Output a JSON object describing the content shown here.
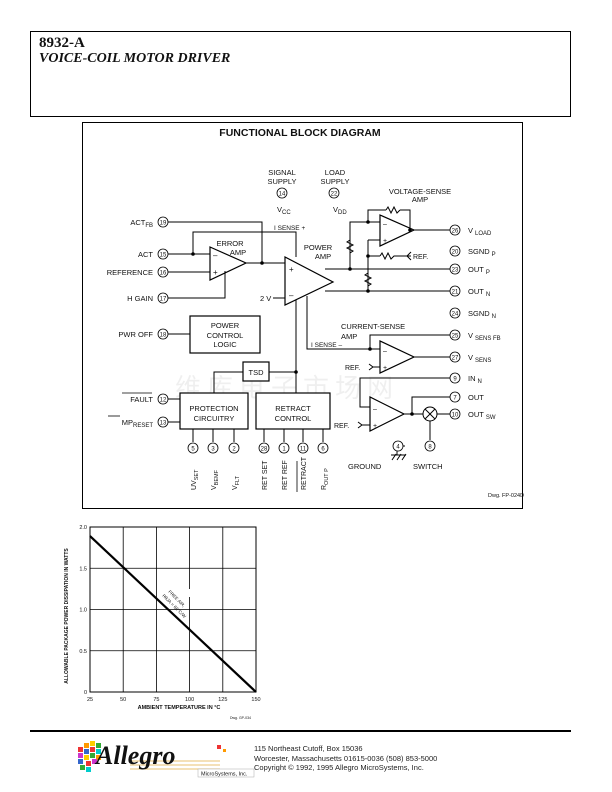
{
  "header": {
    "part_number": "8932-A",
    "title": "VOICE-COIL MOTOR DRIVER"
  },
  "diagram": {
    "title": "FUNCTIONAL BLOCK DIAGRAM",
    "drawing_number": "Dwg. FP-024D",
    "supplies": [
      {
        "label_line1": "SIGNAL",
        "label_line2": "SUPPLY",
        "pin": "14",
        "symbol": "V",
        "subscript": "CC"
      },
      {
        "label_line1": "LOAD",
        "label_line2": "SUPPLY",
        "pin": "22",
        "symbol": "V",
        "subscript": "DD"
      }
    ],
    "blocks": {
      "error_amp": "ERROR\nAMP",
      "error_amp_l1": "ERROR",
      "error_amp_l2": "AMP",
      "power_amp_l1": "POWER",
      "power_amp_l2": "AMP",
      "voltage_sense_l1": "VOLTAGE-SENSE",
      "voltage_sense_l2": "AMP",
      "current_sense_l1": "CURRENT-SENSE",
      "current_sense_l2": "AMP",
      "power_control_l1": "POWER",
      "power_control_l2": "CONTROL",
      "power_control_l3": "LOGIC",
      "tsd": "TSD",
      "protection_l1": "PROTECTION",
      "protection_l2": "CIRCUITRY",
      "retract_l1": "RETRACT",
      "retract_l2": "CONTROL"
    },
    "misc_labels": {
      "two_v": "2 V",
      "isense_plus": "I SENSE +",
      "isense_minus": "I SENSE –",
      "ref": "REF.",
      "ground": "GROUND",
      "switch": "SWITCH",
      "plus": "+",
      "minus": "–"
    },
    "left_pins": [
      {
        "pin": "19",
        "label": "ACT",
        "sub": "FB"
      },
      {
        "pin": "15",
        "label": "ACT",
        "sub": ""
      },
      {
        "pin": "16",
        "label": "REFERENCE",
        "sub": ""
      },
      {
        "pin": "17",
        "label": "H GAIN",
        "sub": ""
      },
      {
        "pin": "18",
        "label": "PWR OFF",
        "sub": ""
      },
      {
        "pin": "12",
        "label": "FAULT",
        "sub": ""
      },
      {
        "pin": "13",
        "label": "MP",
        "sub": "RESET"
      }
    ],
    "right_pins": [
      {
        "pin": "26",
        "label": "V",
        "sub": "LOAD"
      },
      {
        "pin": "20",
        "label": "SGND",
        "sub": "P"
      },
      {
        "pin": "23",
        "label": "OUT",
        "sub": "P"
      },
      {
        "pin": "21",
        "label": "OUT",
        "sub": "N"
      },
      {
        "pin": "24",
        "label": "SGND",
        "sub": "N"
      },
      {
        "pin": "25",
        "label": "V",
        "sub": "SENS FB"
      },
      {
        "pin": "27",
        "label": "V",
        "sub": "SENS"
      },
      {
        "pin": "9",
        "label": "IN",
        "sub": "N"
      },
      {
        "pin": "7",
        "label": "OUT",
        "sub": ""
      },
      {
        "pin": "10",
        "label": "OUT",
        "sub": "SW"
      }
    ],
    "bottom_pins": [
      {
        "pin": "5",
        "label": "UV",
        "sub": "SET"
      },
      {
        "pin": "3",
        "label": "V",
        "sub": "BEMF"
      },
      {
        "pin": "2",
        "label": "V",
        "sub": "FLT"
      },
      {
        "pin": "28",
        "label": "RET SET",
        "sub": ""
      },
      {
        "pin": "1",
        "label": "RET REF",
        "sub": ""
      },
      {
        "pin": "11",
        "label": "RETRACT",
        "sub": ""
      },
      {
        "pin": "6",
        "label": "R",
        "sub": "OUT P"
      }
    ],
    "ground_pin": "4",
    "switch_pin": "8"
  },
  "chart_data": {
    "type": "line",
    "title": "",
    "xlabel": "AMBIENT TEMPERATURE IN °C",
    "ylabel": "ALLOWABLE PACKAGE POWER DISSIPATION IN WATTS",
    "xlim": [
      25,
      150
    ],
    "ylim": [
      0,
      2.0
    ],
    "x_ticks": [
      "25",
      "50",
      "75",
      "100",
      "125",
      "150"
    ],
    "y_ticks": [
      "0",
      "0.5",
      "1.0",
      "1.5",
      "2.0"
    ],
    "grid": true,
    "series": [
      {
        "name": "FREE AIR, RθJA = 66°C/W",
        "x": [
          25,
          150
        ],
        "y": [
          1.89,
          0
        ]
      }
    ],
    "annotation_line1": "FREE AIR,",
    "annotation_line2": "RθJA = 66°C/W",
    "drawing_number": "Dwg. GP-034"
  },
  "footer": {
    "logo_text": "Allegro",
    "logo_subtext": "MicroSystems, Inc.",
    "address_line1": "115 Northeast Cutoff, Box 15036",
    "address_line2": "Worcester, Massachusetts 01615-0036  (508) 853-5000",
    "copyright": "Copyright © 1992, 1995 Allegro MicroSystems, Inc."
  }
}
